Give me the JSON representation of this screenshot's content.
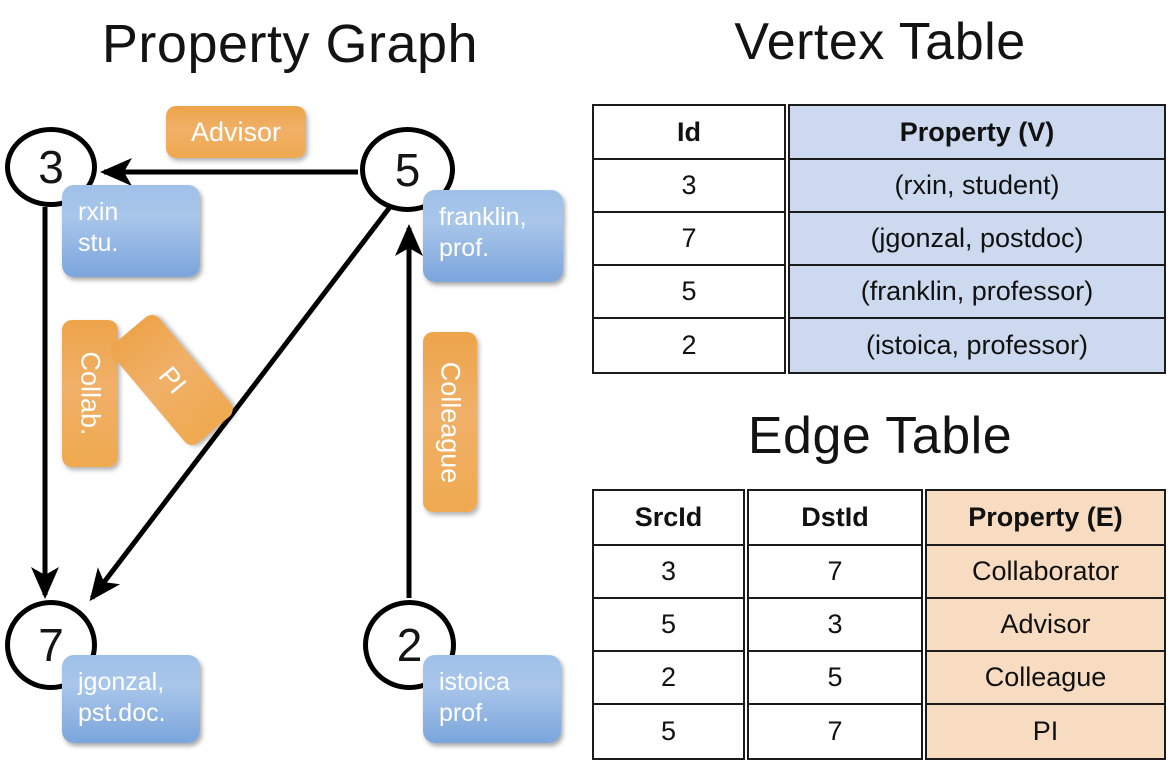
{
  "titles": {
    "property_graph": "Property Graph",
    "vertex_table": "Vertex Table",
    "edge_table": "Edge Table"
  },
  "colors": {
    "vertex_fill": "#ccd9ee",
    "edge_fill": "#f7dcc1",
    "node_box": "#9fc0e8",
    "edge_label": "#efa94f",
    "stroke": "#000000"
  },
  "graph": {
    "nodes": [
      {
        "id": "3",
        "property_line1": "rxin",
        "property_line2": "stu."
      },
      {
        "id": "5",
        "property_line1": "franklin,",
        "property_line2": "prof."
      },
      {
        "id": "7",
        "property_line1": "jgonzal,",
        "property_line2": "pst.doc."
      },
      {
        "id": "2",
        "property_line1": "istoica",
        "property_line2": "prof."
      }
    ],
    "edge_labels": [
      {
        "name": "advisor",
        "text": "Advisor",
        "orientation": "horizontal"
      },
      {
        "name": "collab",
        "text": "Collab.",
        "orientation": "vertical"
      },
      {
        "name": "pi",
        "text": "PI",
        "orientation": "diagonal"
      },
      {
        "name": "colleague",
        "text": "Colleague",
        "orientation": "vertical"
      }
    ],
    "edges": [
      {
        "from": "5",
        "to": "3",
        "label": "Advisor"
      },
      {
        "from": "3",
        "to": "7",
        "label": "Collab."
      },
      {
        "from": "5",
        "to": "7",
        "label": "PI"
      },
      {
        "from": "2",
        "to": "5",
        "label": "Colleague"
      }
    ]
  },
  "vertex_table": {
    "headers": [
      "Id",
      "Property (V)"
    ],
    "rows": [
      {
        "id": "3",
        "property": "(rxin, student)"
      },
      {
        "id": "7",
        "property": "(jgonzal, postdoc)"
      },
      {
        "id": "5",
        "property": "(franklin, professor)"
      },
      {
        "id": "2",
        "property": "(istoica, professor)"
      }
    ]
  },
  "edge_table": {
    "headers": [
      "SrcId",
      "DstId",
      "Property (E)"
    ],
    "rows": [
      {
        "src": "3",
        "dst": "7",
        "property": "Collaborator"
      },
      {
        "src": "5",
        "dst": "3",
        "property": "Advisor"
      },
      {
        "src": "2",
        "dst": "5",
        "property": "Colleague"
      },
      {
        "src": "5",
        "dst": "7",
        "property": "PI"
      }
    ]
  }
}
